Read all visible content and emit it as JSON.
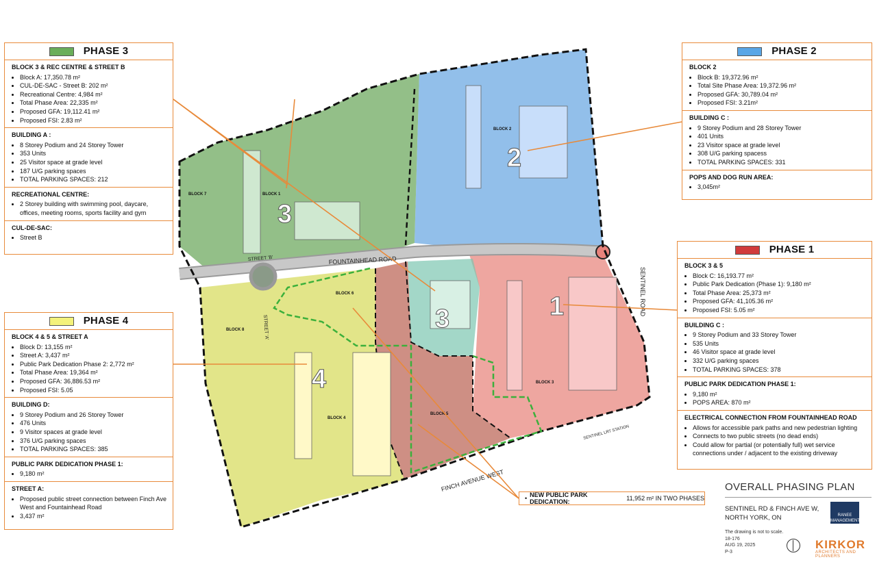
{
  "phases": {
    "phase3": {
      "title": "PHASE 3",
      "color": "#6aae5a",
      "sections": [
        {
          "heading": "BLOCK 3 & REC CENTRE & STREET B",
          "items": [
            "Block A: 17,350.78 m²",
            "CUL-DE-SAC - Street B: 202 m²",
            "Recreational Centre: 4,984 m²",
            "Total Phase Area: 22,335 m²",
            "Proposed GFA: 19,112.41 m²",
            "Proposed FSI: 2.83 m²"
          ]
        },
        {
          "heading": "BUILDING A :",
          "items": [
            "8 Storey Podium and 24 Storey Tower",
            "353 Units",
            "25 Visitor space at grade level",
            "187 U/G parking spaces",
            "TOTAL PARKING SPACES: 212"
          ]
        },
        {
          "heading": "RECREATIONAL CENTRE:",
          "items": [
            "2 Storey building with swimming pool, daycare, offices, meeting rooms, sports facility and gym"
          ]
        },
        {
          "heading": "CUL-DE-SAC:",
          "items": [
            "Street B"
          ]
        }
      ]
    },
    "phase2": {
      "title": "PHASE 2",
      "color": "#5aa6e6",
      "sections": [
        {
          "heading": "BLOCK 2",
          "items": [
            "Block B: 19,372.96 m²",
            "Total Site Phase Area: 19,372.96 m²",
            "Proposed GFA: 30,789.04 m²",
            "Proposed FSI: 3.21m²"
          ]
        },
        {
          "heading": "BUILDING C :",
          "items": [
            "9 Storey Podium and 28 Storey Tower",
            "401 Units",
            "23 Visitor space at grade level",
            "308 U/G parking spacess",
            "TOTAL PARKING SPACES: 331"
          ]
        },
        {
          "heading": "POPS AND DOG RUN AREA:",
          "items": [
            "3,045m²"
          ]
        }
      ]
    },
    "phase1": {
      "title": "PHASE 1",
      "color": "#d13b3b",
      "sections": [
        {
          "heading": "BLOCK 3 & 5",
          "items": [
            "Block C: 16,193.77 m²",
            "Public Park Dedication (Phase 1): 9,180 m²",
            "Total Phase Area: 25,373 m²",
            "Proposed GFA: 41,105.36 m²",
            "Proposed FSI: 5.05 m²"
          ]
        },
        {
          "heading": "BUILDING C :",
          "items": [
            "9 Storey Podium and 33 Storey Tower",
            "535 Units",
            "46 Visitor space at grade level",
            "332 U/G parking spaces",
            "TOTAL PARKING SPACES: 378"
          ]
        },
        {
          "heading": "PUBLIC PARK DEDICATION PHASE 1:",
          "items": [
            "9,180 m²",
            "POPS AREA: 870 m²"
          ]
        },
        {
          "heading": "ELECTRICAL CONNECTION FROM FOUNTAINHEAD ROAD",
          "items": [
            "Allows for accessible park paths and new pedestrian lighting",
            "Connects to two public streets (no dead ends)",
            "Could allow for partial (or potentially full) wet service connections under / adjacent to the existing driveway"
          ]
        }
      ]
    },
    "phase4": {
      "title": "PHASE 4",
      "color": "#f4f27a",
      "sections": [
        {
          "heading": "BLOCK 4 & 5 & STREET A",
          "items": [
            "Block D: 13,155 m²",
            "Street A: 3,437 m²",
            "Public Park Dedication Phase 2: 2,772 m²",
            "Total Phase Area: 19,364 m²",
            "Proposed GFA: 36,886.53 m²",
            "Proposed FSI: 5.05"
          ]
        },
        {
          "heading": "BUILDING D:",
          "items": [
            "9 Storey Podium and 26 Storey Tower",
            "476 Units",
            "9 Visitor spaces at grade level",
            "376 U/G parking spaces",
            "TOTAL PARKING SPACES: 385"
          ]
        },
        {
          "heading": "PUBLIC PARK DEDICATION PHASE 1:",
          "items": [
            "9,180 m²"
          ]
        },
        {
          "heading": "STREET A:",
          "items": [
            "Proposed public street connection between Finch Ave West and Fountainhead Road",
            "3,437 m²"
          ]
        }
      ]
    }
  },
  "callout": {
    "label": "NEW PUBLIC PARK DEDICATION:",
    "text": " 11,952 m² IN TWO PHASES"
  },
  "map": {
    "roads": {
      "fountainhead": "FOUNTAINHEAD ROAD",
      "sentinel": "SENTINEL ROAD",
      "finch": "FINCH AVENUE WEST",
      "street_a": "STREET 'A'",
      "street_b": "STREET 'B'",
      "lrt": "SENTINEL LRT STATION"
    },
    "blocks": {
      "b1": "BLOCK 1",
      "b2": "BLOCK 2",
      "b3": "BLOCK 3",
      "b4": "BLOCK 4",
      "b5": "BLOCK 5",
      "b6": "BLOCK 6",
      "b7": "BLOCK 7",
      "b8": "BLOCK 8"
    },
    "phase_numbers": {
      "p1": "1",
      "p2": "2",
      "p3a": "3",
      "p3b": "3",
      "p4": "4"
    }
  },
  "title_block": {
    "title": "OVERALL PHASING PLAN",
    "address1": "SENTINEL RD & FINCH AVE W,",
    "address2": "NORTH YORK, ON",
    "note": "The drawing is not to scale.",
    "project_no": "18-176",
    "date": "AUG 19, 2025",
    "sheet": "P-3",
    "client": "RANEE MANAGEMENT",
    "architect": "KIRKOR",
    "architect_sub": "ARCHITECTS AND PLANNERS"
  }
}
